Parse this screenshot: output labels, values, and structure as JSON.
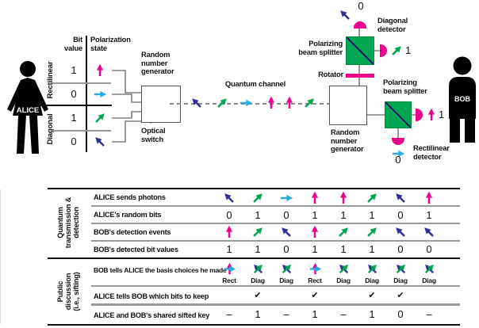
{
  "colors": {
    "pink": "#EC008C",
    "cyan": "#29ABE2",
    "green": "#00A651",
    "navy": "#2E3192",
    "splitter_green": "#00A651",
    "splitter_diagonal": "#1B1464",
    "wire_gray": "#7f7f7f",
    "separator_gray": "#9a9a9a"
  },
  "diagram": {
    "alice_name": "ALICE",
    "bob_name": "BOB",
    "encoding": {
      "bit_header": "Bit\nvalue",
      "state_header": "Polarization\nstate",
      "groups": [
        {
          "basis": "Rectilinear",
          "rows": [
            {
              "bit": "1",
              "arrow": "up:pink"
            },
            {
              "bit": "0",
              "arrow": "right:cyan"
            }
          ]
        },
        {
          "basis": "Diagonal",
          "rows": [
            {
              "bit": "1",
              "arrow": "upright:green"
            },
            {
              "bit": "0",
              "arrow": "upleft:navy"
            }
          ]
        }
      ]
    },
    "alice_rng_label": "Random\nnumber\ngenerator",
    "optical_switch_label": "Optical\nswitch",
    "channel_label": "Quantum channel",
    "channel_arrows": [
      "upleft:navy",
      "upright:green",
      "right:cyan",
      "up:pink",
      "up:pink",
      "upright:green"
    ],
    "bob_rng_label": "Random\nnumber\ngenerator",
    "rotator_label": "Rotator",
    "pbs1_label": "Polarizing\nbeam splitter",
    "pbs2_label": "Polarizing\nbeam splitter",
    "diagonal_detector_label": "Diagonal\ndetector",
    "rectilinear_detector_label": "Rectilinear\ndetector",
    "diag_det_0": {
      "bit": "0",
      "arrow": "upleft:navy"
    },
    "diag_det_1": {
      "bit": "1",
      "arrow": "upright:green"
    },
    "rect_det_1": {
      "bit": "1",
      "arrow": "up:pink"
    },
    "rect_det_0": {
      "bit": "0",
      "arrow": "right:cyan"
    }
  },
  "table": {
    "groups": [
      {
        "label": "Quantum\ntransmission &\ndetection"
      },
      {
        "label": "Public\ndiscussion\n(i.e., sifting)"
      }
    ],
    "rows": [
      {
        "label": "ALICE sends photons",
        "type": "arrows",
        "cells": [
          "upleft:navy",
          "upright:green",
          "right:cyan",
          "up:pink",
          "up:pink",
          "upright:green",
          "upleft:navy",
          "up:pink"
        ]
      },
      {
        "label": "ALICE's random bits",
        "type": "text",
        "cells": [
          "0",
          "1",
          "0",
          "1",
          "1",
          "1",
          "0",
          "1"
        ]
      },
      {
        "label": "BOB's detection events",
        "type": "arrows",
        "cells": [
          "up:pink",
          "upright:green",
          "upleft:navy",
          "up:pink",
          "upright:green",
          "upright:green",
          "upleft:navy",
          "upleft:navy"
        ]
      },
      {
        "label": "BOB's detected bit values",
        "type": "text",
        "cells": [
          "1",
          "1",
          "0",
          "1",
          "1",
          "1",
          "0",
          "0"
        ]
      },
      {
        "label": "BOB tells ALICE the basis choices he made",
        "type": "basis",
        "cells": [
          "Rect",
          "Diag",
          "Diag",
          "Rect",
          "Diag",
          "Diag",
          "Diag",
          "Diag"
        ]
      },
      {
        "label": "ALICE tells BOB which bits to keep",
        "type": "check",
        "cells": [
          "",
          "✔",
          "",
          "✔",
          "",
          "✔",
          "✔",
          ""
        ]
      },
      {
        "label": "ALICE and BOB's shared sifted key",
        "type": "text",
        "cells": [
          "–",
          "1",
          "–",
          "1",
          "–",
          "1",
          "0",
          "–"
        ]
      }
    ]
  }
}
